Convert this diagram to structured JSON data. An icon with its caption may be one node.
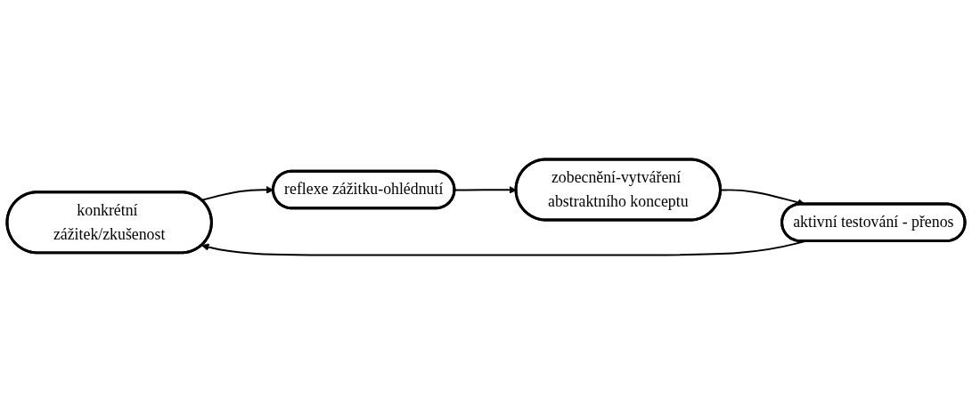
{
  "diagram": {
    "nodes": [
      {
        "text": [
          "konkrétní zážitek/zkušenost"
        ]
      },
      {
        "text": [
          "aktivní testování - přenos"
        ]
      },
      {
        "text": [
          "reflexe zážitku-ohlédnutí"
        ]
      },
      {
        "text": [
          "zobecnění-vytváření abstraktního konceptu"
        ]
      }
    ],
    "edges": [
      {
        "from": 1,
        "to": 0,
        "arrow": "to"
      },
      {
        "from": 0,
        "to": 2,
        "arrow": "to"
      },
      {
        "from": 2,
        "to": 3,
        "arrow": "to"
      },
      {
        "from": 3,
        "to": 1,
        "arrow": "to"
      }
    ]
  }
}
